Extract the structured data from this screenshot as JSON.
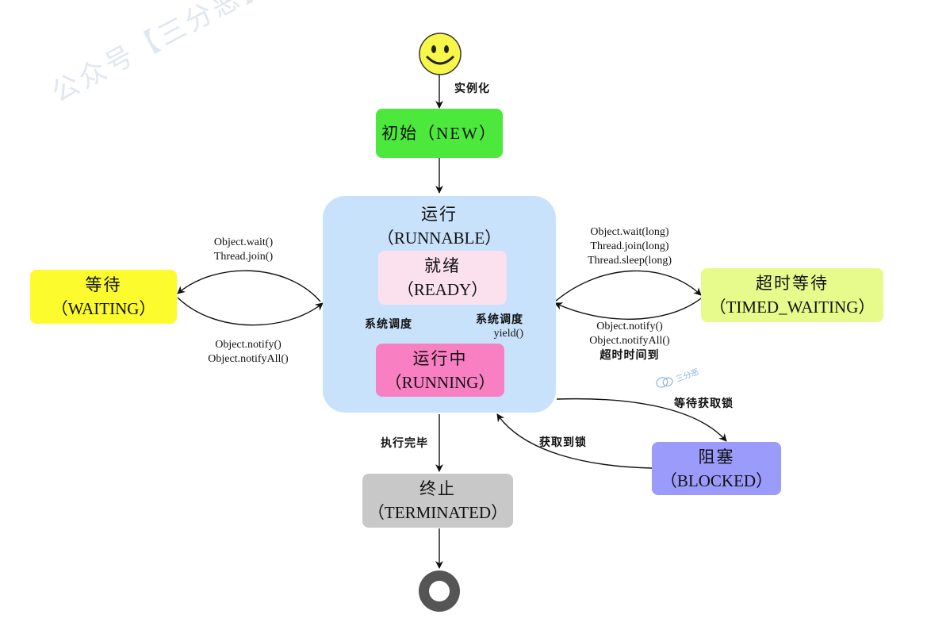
{
  "watermark": "公众号【三分恶】出品",
  "logo_text": "三分恶",
  "states": {
    "new": {
      "title": "初始（NEW）"
    },
    "runnable": {
      "title": "运行",
      "subtitle": "（RUNNABLE）"
    },
    "ready": {
      "title": "就绪",
      "subtitle": "（READY）"
    },
    "running": {
      "title": "运行中",
      "subtitle": "（RUNNING）"
    },
    "waiting": {
      "title": "等待",
      "subtitle": "（WAITING）"
    },
    "timed_waiting": {
      "title": "超时等待",
      "subtitle": "（TIMED_WAITING）"
    },
    "blocked": {
      "title": "阻塞",
      "subtitle": "（BLOCKED）"
    },
    "terminated": {
      "title": "终止",
      "subtitle": "（TERMINATED）"
    }
  },
  "transitions": {
    "instantiate": "实例化",
    "to_waiting": [
      "Object.wait()",
      "Thread.join()"
    ],
    "from_waiting": [
      "Object.notify()",
      "Object.notifyAll()"
    ],
    "to_timed_waiting": [
      "Object.wait(long)",
      "Thread.join(long)",
      "Thread.sleep(long)"
    ],
    "from_timed_waiting": [
      "Object.notify()",
      "Object.notifyAll()",
      "超时时间到"
    ],
    "ready_to_running": "系统调度",
    "running_to_ready": [
      "系统调度",
      "yield()"
    ],
    "to_blocked": "等待获取锁",
    "from_blocked": "获取到锁",
    "to_terminated": "执行完毕"
  },
  "colors": {
    "new": "#4ce83c",
    "runnable": "#c8e2fb",
    "ready": "#fbe1ee",
    "running": "#f97fc3",
    "waiting": "#fbfb2e",
    "timed_waiting": "#e6fb8c",
    "blocked": "#9b9bfb",
    "terminated": "#c8c8c8",
    "start_face": "#f7f74a",
    "end_ring": "#555555"
  }
}
